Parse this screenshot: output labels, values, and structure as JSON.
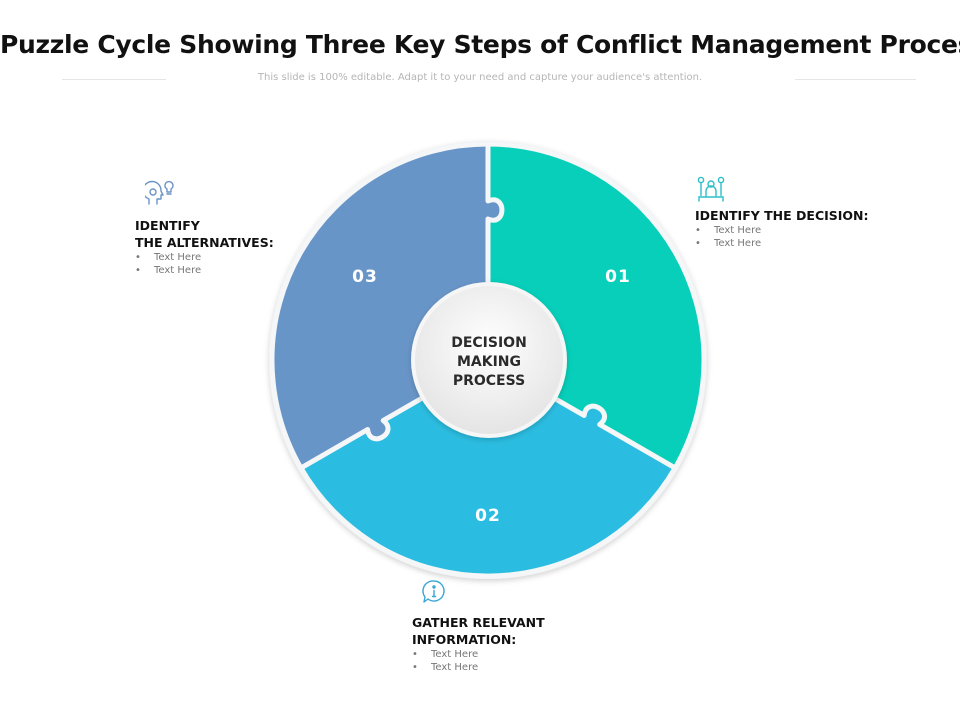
{
  "header": {
    "title": "Puzzle Cycle Showing Three Key Steps of Conflict Management Process",
    "subtitle": "This slide is 100% editable. Adapt it to your need and capture your audience's attention."
  },
  "center": {
    "lines": [
      "DECISION",
      "MAKING",
      "PROCESS"
    ]
  },
  "segments": [
    {
      "number": "01",
      "color": "#07cfba"
    },
    {
      "number": "02",
      "color": "#2bbde1"
    },
    {
      "number": "03",
      "color": "#6895c8"
    }
  ],
  "steps": {
    "identify_decision": {
      "heading": [
        "IDENTIFY THE DECISION:"
      ],
      "bullets": [
        "Text Here",
        "Text Here"
      ],
      "icon": "meeting-people-icon",
      "icon_color": "#2cc0c8"
    },
    "gather_information": {
      "heading": [
        "GATHER RELEVANT",
        "INFORMATION:"
      ],
      "bullets": [
        "Text Here",
        "Text Here"
      ],
      "icon": "info-bubble-icon",
      "icon_color": "#3aa6d6"
    },
    "identify_alternatives": {
      "heading": [
        "IDENTIFY",
        "THE ALTERNATIVES:"
      ],
      "bullets": [
        "Text Here",
        "Text Here"
      ],
      "icon": "head-idea-icon",
      "icon_color": "#6c93c5"
    }
  }
}
